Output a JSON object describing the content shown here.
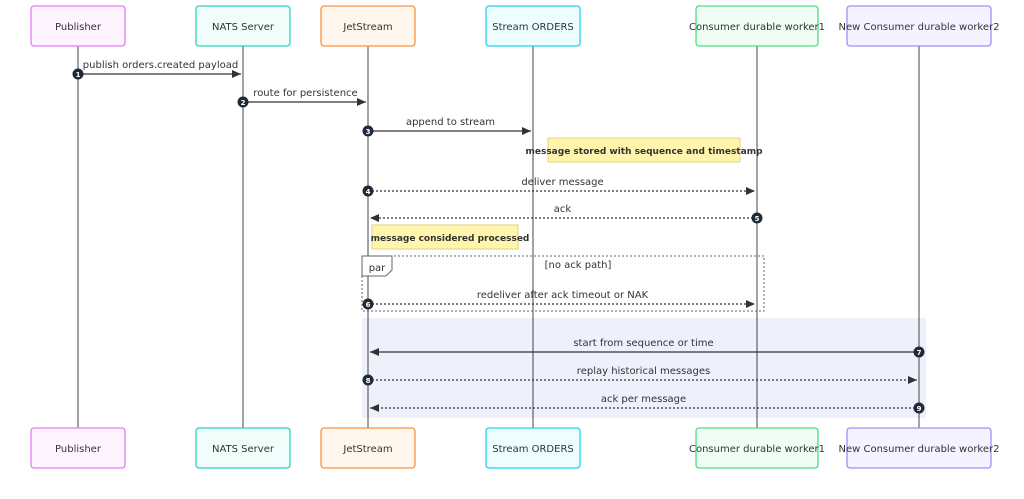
{
  "participants": [
    {
      "id": "publisher",
      "label": "Publisher",
      "fill": "#fdf4ff",
      "stroke": "#e879f9"
    },
    {
      "id": "nats",
      "label": "NATS Server",
      "fill": "#f0fdfa",
      "stroke": "#2dd4bf"
    },
    {
      "id": "jetstream",
      "label": "JetStream",
      "fill": "#fff7ed",
      "stroke": "#fb923c"
    },
    {
      "id": "stream",
      "label": "Stream ORDERS",
      "fill": "#ecfeff",
      "stroke": "#22d3ee"
    },
    {
      "id": "worker1",
      "label": "Consumer durable worker1",
      "fill": "#f0fdf4",
      "stroke": "#4ade80"
    },
    {
      "id": "worker2",
      "label": "New Consumer durable worker2",
      "fill": "#f5f3ff",
      "stroke": "#a78bfa"
    }
  ],
  "messages": [
    {
      "seq": "1",
      "from": "publisher",
      "to": "nats",
      "label": "publish orders.created payload",
      "style": "solid"
    },
    {
      "seq": "2",
      "from": "nats",
      "to": "jetstream",
      "label": "route for persistence",
      "style": "solid"
    },
    {
      "seq": "3",
      "from": "jetstream",
      "to": "stream",
      "label": "append to stream",
      "style": "solid"
    },
    {
      "seq": "4",
      "from": "jetstream",
      "to": "worker1",
      "label": "deliver message",
      "style": "dotted"
    },
    {
      "seq": "5",
      "from": "worker1",
      "to": "jetstream",
      "label": "ack",
      "style": "dotted"
    },
    {
      "seq": "6",
      "from": "jetstream",
      "to": "worker1",
      "label": "redeliver after ack timeout or NAK",
      "style": "dotted"
    },
    {
      "seq": "7",
      "from": "worker2",
      "to": "jetstream",
      "label": "start from sequence or time",
      "style": "solid"
    },
    {
      "seq": "8",
      "from": "jetstream",
      "to": "worker2",
      "label": "replay historical messages",
      "style": "dotted"
    },
    {
      "seq": "9",
      "from": "worker2",
      "to": "jetstream",
      "label": "ack per message",
      "style": "dotted"
    }
  ],
  "notes": [
    {
      "id": "note-stored",
      "text": "message stored with sequence and timestamp"
    },
    {
      "id": "note-processed",
      "text": "message considered processed"
    }
  ],
  "par_block": {
    "keyword": "par",
    "condition": "[no ack path]"
  },
  "colors": {
    "line": "#333333",
    "note_fill": "#fff5ad",
    "note_stroke": "#e6d280",
    "highlight": "#eef0fb",
    "marker": "#1f2937"
  }
}
